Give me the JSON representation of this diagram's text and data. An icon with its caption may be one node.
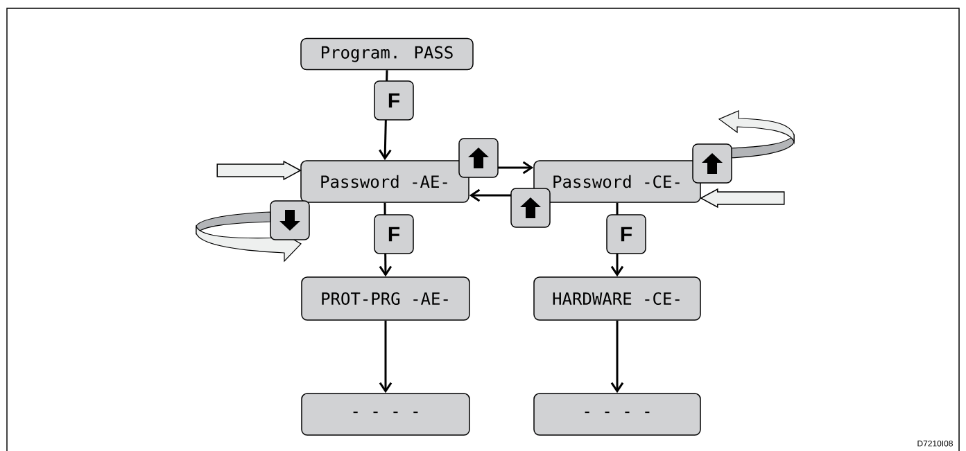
{
  "diagram": {
    "nodes": [
      {
        "text": [
          "Program. PASS"
        ]
      },
      {
        "text": [
          "Password -AE-"
        ]
      },
      {
        "text": [
          "Password -CE-"
        ]
      },
      {
        "text": [
          "PROT-PRG -AE-"
        ]
      },
      {
        "text": [
          "HARDWARE -CE-"
        ]
      },
      {
        "text": [
          "- - - -"
        ]
      },
      {
        "text": [
          "- - - -"
        ]
      }
    ],
    "edges": [
      {
        "from": 0,
        "to": 1,
        "arrow": "to",
        "label": "F"
      },
      {
        "from": 1,
        "to": 2,
        "arrow": "to"
      },
      {
        "from": 2,
        "to": 1,
        "arrow": "to"
      },
      {
        "from": 1,
        "to": 3,
        "arrow": "to",
        "label": "F"
      },
      {
        "from": 2,
        "to": 4,
        "arrow": "to",
        "label": "F"
      },
      {
        "from": 3,
        "to": 5,
        "arrow": "to"
      },
      {
        "from": 4,
        "to": 6,
        "arrow": "to"
      },
      {
        "from": null,
        "to": 1,
        "arrow": "to"
      },
      {
        "from": null,
        "to": 2,
        "arrow": "to"
      }
    ],
    "labels": [
      "D7210I08"
    ]
  }
}
